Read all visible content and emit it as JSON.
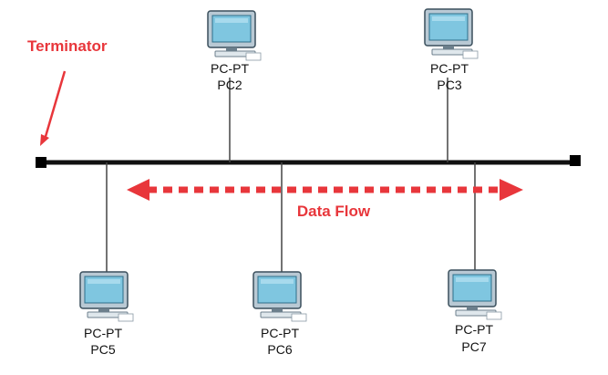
{
  "annotations": {
    "terminator_label": "Terminator",
    "data_flow_label": "Data Flow"
  },
  "colors": {
    "accent": "#e8363b",
    "bus": "#111111",
    "monitor_face": "#7fc6e0",
    "monitor_frame": "#3a4f5c"
  },
  "pcs": [
    {
      "model": "PC-PT",
      "name": "PC2"
    },
    {
      "model": "PC-PT",
      "name": "PC3"
    },
    {
      "model": "PC-PT",
      "name": "PC5"
    },
    {
      "model": "PC-PT",
      "name": "PC6"
    },
    {
      "model": "PC-PT",
      "name": "PC7"
    }
  ]
}
